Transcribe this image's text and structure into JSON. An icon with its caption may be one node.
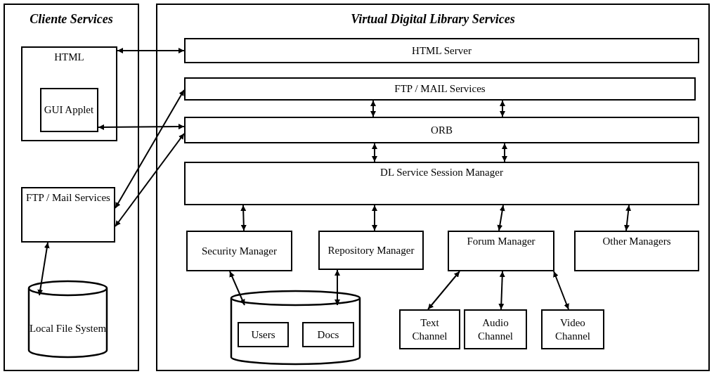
{
  "diagram": {
    "nodes": [
      {
        "text": [
          "Cliente Services"
        ]
      },
      {
        "text": [
          "HTML"
        ],
        "in": 0
      },
      {
        "text": [
          "GUI Applet"
        ],
        "in": 1
      },
      {
        "text": [
          "FTP / Mail Services"
        ],
        "in": 0
      },
      {
        "text": [
          "Local File System"
        ],
        "in": 0
      },
      {
        "text": [
          "Virtual Digital Library Services"
        ]
      },
      {
        "text": [
          "HTML Server"
        ],
        "in": 5
      },
      {
        "text": [
          "FTP / MAIL Services"
        ],
        "in": 5
      },
      {
        "text": [
          "ORB"
        ],
        "in": 5
      },
      {
        "text": [
          "DL Service Session Manager"
        ],
        "in": 5
      },
      {
        "text": [
          "Security Manager"
        ],
        "in": 5
      },
      {
        "text": [
          "Repository Manager"
        ],
        "in": 5
      },
      {
        "text": [
          "Forum Manager"
        ],
        "in": 5
      },
      {
        "text": [
          "Other Managers"
        ],
        "in": 5
      },
      {
        "text": [],
        "shape": "cylinder",
        "in": 5
      },
      {
        "text": [
          "Users"
        ],
        "in": 14
      },
      {
        "text": [
          "Docs"
        ],
        "in": 14
      },
      {
        "text": [
          "Text Channel"
        ],
        "in": 5
      },
      {
        "text": [
          "Audio Channel"
        ],
        "in": 5
      },
      {
        "text": [
          "Video Channel"
        ],
        "in": 5
      }
    ],
    "edges": [
      {
        "from": 1,
        "to": 6,
        "arrow": "both"
      },
      {
        "from": 2,
        "to": 8,
        "arrow": "both"
      },
      {
        "from": 3,
        "to": 7,
        "arrow": "both"
      },
      {
        "from": 3,
        "to": 8,
        "arrow": "both"
      },
      {
        "from": 3,
        "to": 4,
        "arrow": "both"
      },
      {
        "from": 7,
        "to": 8,
        "arrow": "both"
      },
      {
        "from": 7,
        "to": 8,
        "arrow": "both"
      },
      {
        "from": 8,
        "to": 9,
        "arrow": "both"
      },
      {
        "from": 8,
        "to": 9,
        "arrow": "both"
      },
      {
        "from": 9,
        "to": 10,
        "arrow": "both"
      },
      {
        "from": 9,
        "to": 11,
        "arrow": "both"
      },
      {
        "from": 9,
        "to": 12,
        "arrow": "both"
      },
      {
        "from": 9,
        "to": 13,
        "arrow": "both"
      },
      {
        "from": 10,
        "to": 14,
        "arrow": "both"
      },
      {
        "from": 11,
        "to": 14,
        "arrow": "both"
      },
      {
        "from": 12,
        "to": 17,
        "arrow": "both"
      },
      {
        "from": 12,
        "to": 18,
        "arrow": "both"
      },
      {
        "from": 12,
        "to": 19,
        "arrow": "both"
      }
    ]
  }
}
